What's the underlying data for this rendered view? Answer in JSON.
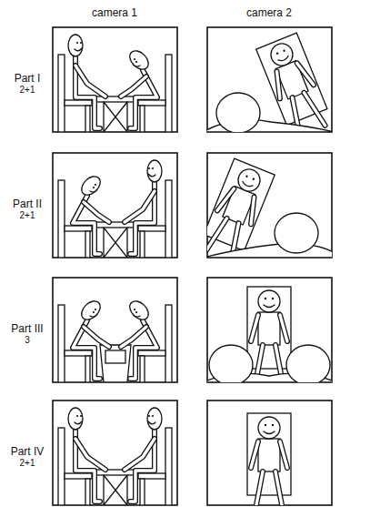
{
  "diagram": {
    "labels": [
      "camera 1",
      "camera 2",
      "Part I",
      "2+1",
      "Part II",
      "2+1",
      "Part III",
      "3",
      "Part IV",
      "2+1"
    ]
  }
}
